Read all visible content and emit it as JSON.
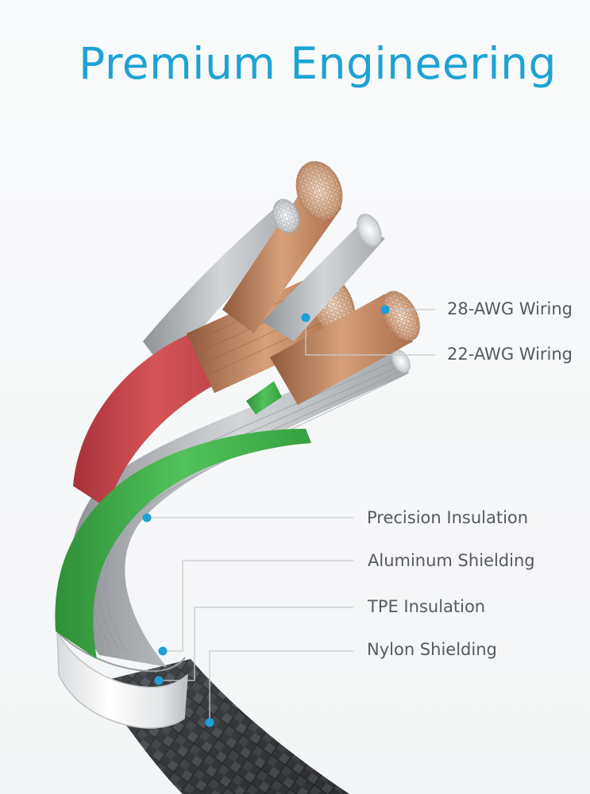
{
  "title": "Premium Engineering",
  "colors": {
    "title": "#1ea2d4",
    "callout_dot": "#1e9fd8",
    "callout_line": "#c8cacc",
    "label_text": "#555a5f",
    "red_insulation": "#c9484a",
    "green_insulation": "#3fae4a",
    "copper": "#c98f6a",
    "silver": "#b9bcbf",
    "nylon_braid": "#3a3c3f"
  },
  "callouts": [
    {
      "id": "28awg",
      "label": "28-AWG Wiring"
    },
    {
      "id": "22awg",
      "label": "22-AWG Wiring"
    },
    {
      "id": "precision",
      "label": "Precision Insulation"
    },
    {
      "id": "aluminum",
      "label": "Aluminum Shielding"
    },
    {
      "id": "tpe",
      "label": "TPE Insulation"
    },
    {
      "id": "nylon",
      "label": "Nylon Shielding"
    }
  ]
}
